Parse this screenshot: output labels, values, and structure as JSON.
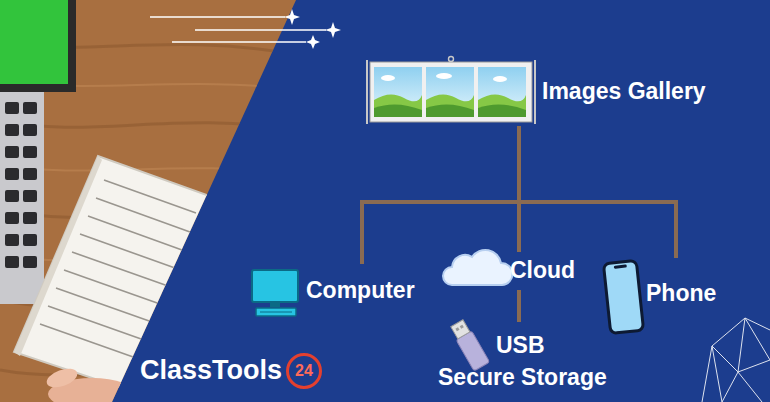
{
  "diagram": {
    "nodes": [
      {
        "text": [
          "Images Gallery"
        ]
      },
      {
        "text": [
          "Computer"
        ]
      },
      {
        "text": [
          "Cloud"
        ]
      },
      {
        "text": [
          "Phone"
        ]
      },
      {
        "text": [
          "USB",
          "Secure Storage"
        ]
      }
    ],
    "edges": [
      {
        "from": 0,
        "to": 1,
        "arrow": "none"
      },
      {
        "from": 0,
        "to": 2,
        "arrow": "none"
      },
      {
        "from": 0,
        "to": 3,
        "arrow": "none"
      },
      {
        "from": 2,
        "to": 4,
        "arrow": "none"
      }
    ],
    "labels": [
      "ClassTools",
      "24"
    ]
  }
}
